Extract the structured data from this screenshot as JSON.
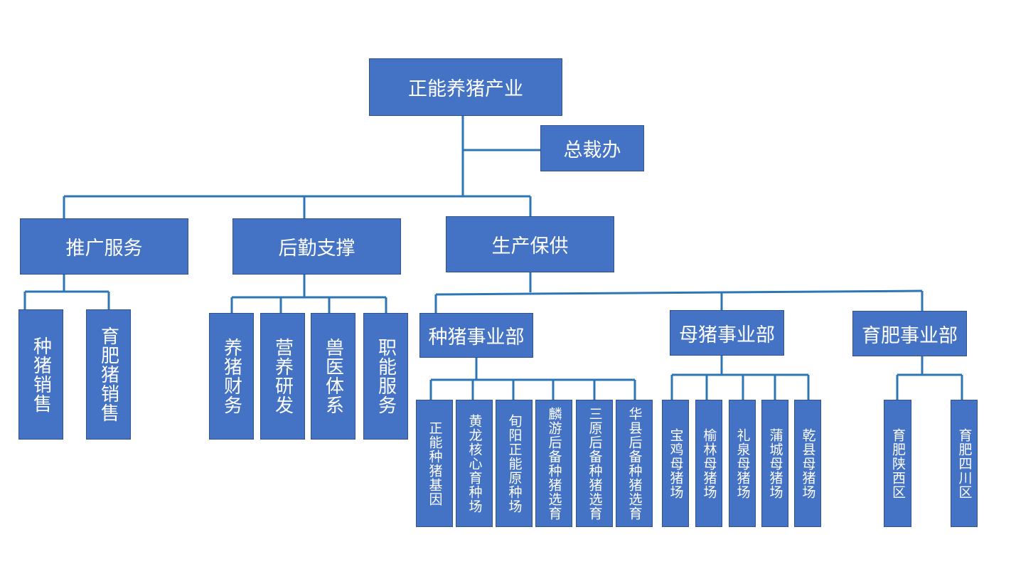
{
  "org": {
    "root": "正能养猪产业",
    "president_office": "总裁办",
    "divisions": [
      {
        "label": "推广服务",
        "children": [
          "种猪销售",
          "育肥猪销售"
        ]
      },
      {
        "label": "后勤支撑",
        "children": [
          "养猪财务",
          "营养研发",
          "兽医体系",
          "职能服务"
        ]
      },
      {
        "label": "生产保供",
        "departments": [
          {
            "label": "种猪事业部",
            "units": [
              "正能种猪基因",
              "黄龙核心育种场",
              "旬阳正能原种场",
              "麟游后备种猪选育",
              "三原后备种猪选育",
              "华县后备种猪选育"
            ]
          },
          {
            "label": "母猪事业部",
            "units": [
              "宝鸡母猪场",
              "榆林母猪场",
              "礼泉母猪场",
              "蒲城母猪场",
              "乾县母猪场"
            ]
          },
          {
            "label": "育肥事业部",
            "units": [
              "育肥陕西区",
              "育肥四川区"
            ]
          }
        ]
      }
    ]
  }
}
